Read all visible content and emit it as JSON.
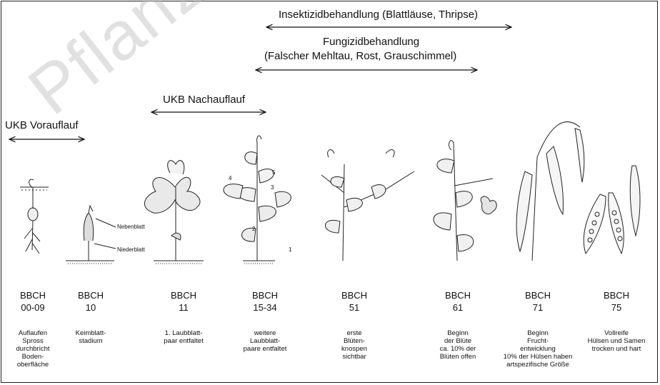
{
  "watermark": "Pflanzens",
  "treatments": {
    "insecticide": "Insektizidbehandlung  (Blattläuse, Thripse)",
    "fungicide_line1": "Fungizidbehandlung",
    "fungicide_line2": "(Falscher Mehltau, Rost, Grauschimmel)",
    "ukb_post": "UKB Nachauflauf",
    "ukb_pre": "UKB Vorauflauf"
  },
  "annotations": {
    "nebenblatt": "Nebenblatt",
    "niederblatt": "Niederblatt",
    "leaf_numbers": [
      "4",
      "5",
      "3",
      "2",
      "1"
    ]
  },
  "stages": [
    {
      "bbch": "BBCH",
      "code": "00-09",
      "desc": [
        "Auflaufen",
        "Spross",
        "durchbricht",
        "Boden-",
        "oberfläche"
      ]
    },
    {
      "bbch": "BBCH",
      "code": "10",
      "desc": [
        "Keimblatt-",
        "stadium"
      ]
    },
    {
      "bbch": "BBCH",
      "code": "11",
      "desc": [
        "1. Laubblatt-",
        "paar entfaltet"
      ]
    },
    {
      "bbch": "BBCH",
      "code": "15-34",
      "desc": [
        "weitere",
        "Laubblatt-",
        "paare entfaltet"
      ]
    },
    {
      "bbch": "BBCH",
      "code": "51",
      "desc": [
        "erste",
        "Blüten-",
        "knospen",
        "sichtbar"
      ]
    },
    {
      "bbch": "BBCH",
      "code": "61",
      "desc": [
        "Beginn",
        "der Blüte",
        "ca. 10% der",
        "Blüten offen"
      ]
    },
    {
      "bbch": "BBCH",
      "code": "71",
      "desc": [
        "Beginn",
        "Frucht-",
        "entwicklung",
        "10% der Hülsen haben",
        "artspezifische Größe"
      ]
    },
    {
      "bbch": "BBCH",
      "code": "75",
      "desc": [
        "Vollreife",
        "Hülsen und Samen",
        "trocken und hart"
      ]
    }
  ]
}
